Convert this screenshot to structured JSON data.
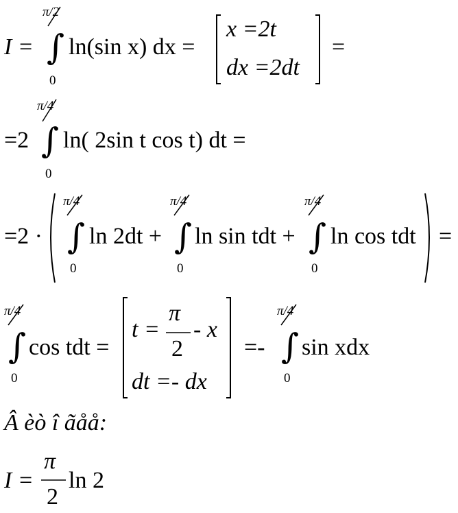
{
  "line1": {
    "lhs": "I =",
    "upper": "π/2",
    "lower": "0",
    "integrand": "ln(sin x) dx =",
    "sub_row1": "x =2t",
    "sub_row2": "dx =2dt",
    "tail": "="
  },
  "line2": {
    "lhs": "=2",
    "upper": "π/4",
    "lower": "0",
    "integrand": "ln( 2sin t cos t) dt ="
  },
  "line3": {
    "lhs": "=2 ·",
    "upper": "π/4",
    "lower": "0",
    "term1": "ln 2dt +",
    "term2": "ln sin tdt +",
    "term3": "ln cos tdt",
    "tail": "="
  },
  "line4": {
    "upper": "π/4",
    "lower": "0",
    "integrand": "cos tdt =",
    "sub_row1_lhs": "t =",
    "sub_num": "π",
    "sub_den": "2",
    "sub_row1_rhs": "- x",
    "sub_row2": "dt =- dx",
    "mid": "=-",
    "upper2": "π/4",
    "lower2": "0",
    "integrand2": "sin xdx"
  },
  "line5": {
    "text": "Â èò î ãåå:"
  },
  "line6": {
    "lhs": "I =",
    "num": "π",
    "den": "2",
    "rhs": "ln 2"
  }
}
